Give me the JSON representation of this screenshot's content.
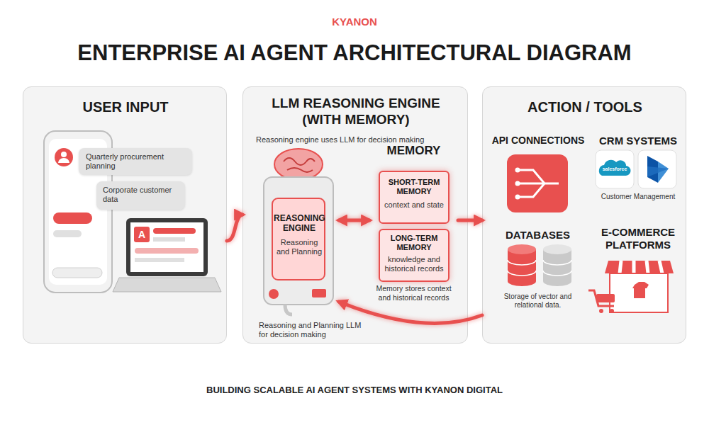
{
  "diagram": {
    "title": "ENTERPRISE AI AGENT ARCHITECTURAL DIAGRAM",
    "caption": "BUILDING SCALABLE AI AGENT SYSTEMS WITH KYANON DIGITAL",
    "nodes": [
      {
        "text": [
          "USER INPUT"
        ]
      },
      {
        "text": [
          "Quarterly procurement planning"
        ],
        "in": 0
      },
      {
        "text": [
          "Corporate customer data"
        ],
        "in": 0
      },
      {
        "text": [
          "LLM REASONING ENGINE (WITH MEMORY)",
          "Reasoning engine uses LLM for decision making",
          "Reasoning and Planning LLM for decision making"
        ]
      },
      {
        "text": [
          "REASONING ENGINE",
          "Reasoning and Planning"
        ],
        "in": 3
      },
      {
        "text": [
          "MEMORY",
          "Memory stores context and historical records"
        ],
        "in": 3
      },
      {
        "text": [
          "SHORT-TERM MEMORY",
          "context and state"
        ],
        "in": 5
      },
      {
        "text": [
          "LONG-TERM MEMORY",
          "knowledge and historical records"
        ],
        "in": 5
      },
      {
        "text": [
          "ACTION / TOOLS"
        ]
      },
      {
        "text": [
          "API CONNECTIONS"
        ],
        "in": 8
      },
      {
        "text": [
          "CRM SYSTEMS",
          "Customer Management"
        ],
        "in": 8
      },
      {
        "text": [
          "DATABASES",
          "Storage of vector and relational data."
        ],
        "in": 8
      },
      {
        "text": [
          "E-COMMERCE PLATFORMS"
        ],
        "in": 8
      }
    ],
    "edges": [
      {
        "from": 0,
        "to": 3,
        "arrow": "to"
      },
      {
        "from": 4,
        "to": 5,
        "arrow": "both"
      },
      {
        "from": 5,
        "to": 8,
        "arrow": "to"
      },
      {
        "from": 8,
        "to": 4,
        "arrow": "to"
      }
    ],
    "labels": [
      "KYANON",
      "A",
      "salesforce"
    ]
  }
}
